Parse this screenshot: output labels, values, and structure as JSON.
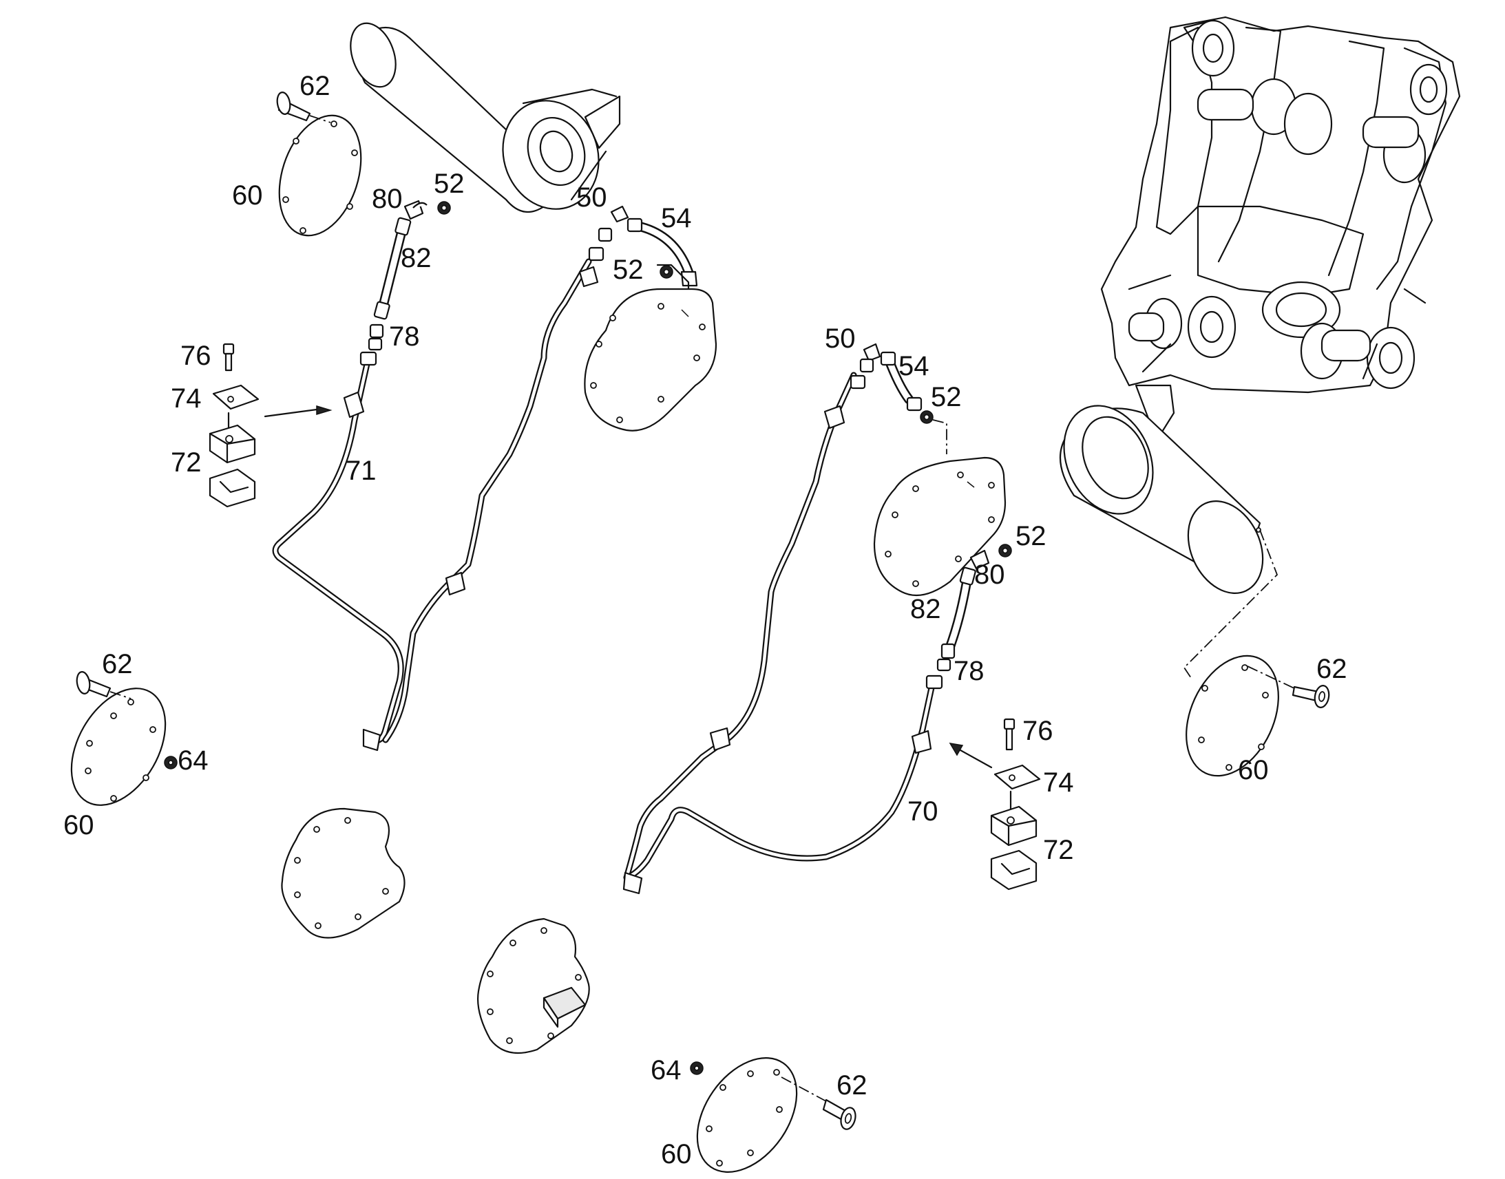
{
  "labels": {
    "l62a": "62",
    "l60a": "60",
    "l80a": "80",
    "l52a": "52",
    "l82a": "82",
    "l50a": "50",
    "l54a": "54",
    "l52b": "52",
    "l78a": "78",
    "l76a": "76",
    "l74a": "74",
    "l72a": "72",
    "l71": "71",
    "l50b": "50",
    "l54b": "54",
    "l52c": "52",
    "l52d": "52",
    "l80b": "80",
    "l82b": "82",
    "l78b": "78",
    "l76b": "76",
    "l74b": "74",
    "l72b": "72",
    "l70": "70",
    "l62b": "62",
    "l64a": "64",
    "l60b": "60",
    "l62c": "62",
    "l60c": "60",
    "l64b": "64",
    "l62d": "62",
    "l60d": "60"
  }
}
